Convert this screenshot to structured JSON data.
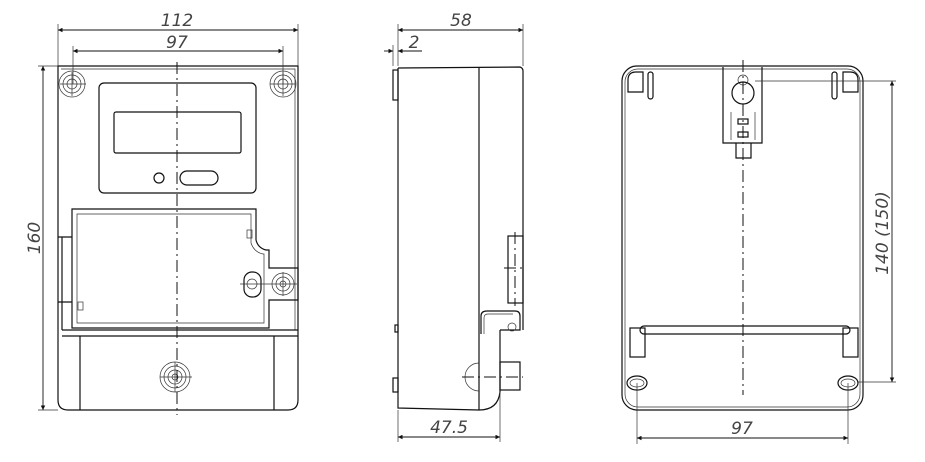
{
  "front_view": {
    "width_overall": "112",
    "hole_spacing": "97",
    "height_overall": "160"
  },
  "side_view": {
    "depth_overall": "58",
    "flange_offset": "2",
    "depth_body": "47.5"
  },
  "rear_view": {
    "hole_spacing": "97",
    "vertical_spacing": "140 (150)"
  }
}
